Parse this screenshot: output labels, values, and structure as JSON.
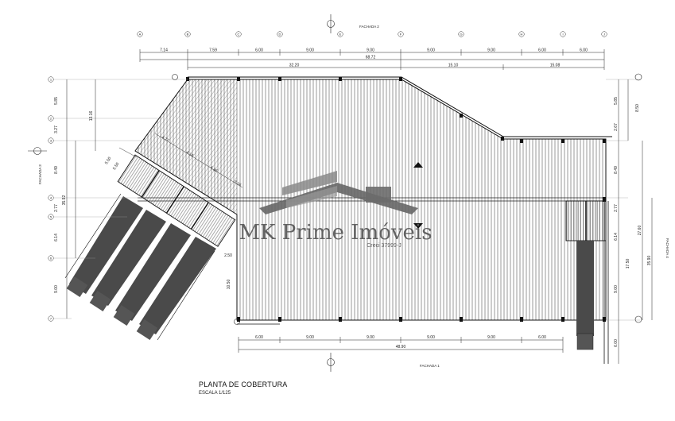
{
  "drawing": {
    "title": "PLANTA DE COBERTURA",
    "scale": "ESCALA 1/125",
    "facade_labels": [
      "FACHADA 1",
      "FACHADA 2",
      "FACHADA 3",
      "FACHADA 4"
    ],
    "grid_columns": [
      "A",
      "B",
      "C",
      "D",
      "E",
      "F",
      "G",
      "H",
      "I",
      "J"
    ],
    "grid_rows": [
      "1",
      "2",
      "3",
      "4",
      "5",
      "6",
      "7"
    ],
    "top_dimensions": [
      "7.14",
      "7.59",
      "6.00",
      "9.00",
      "9.00",
      "9.00",
      "9.00",
      "6.00",
      "6.00"
    ],
    "top_overall": "68.72",
    "top_segments": [
      "32.20",
      "15.10",
      "15.08"
    ],
    "bottom_dimensions": [
      "6.00",
      "9.00",
      "9.00",
      "9.00",
      "9.00",
      "6.00"
    ],
    "bottom_overall": "48.90",
    "left_dimensions": [
      "5.85",
      "3.27",
      "8.49",
      "2.77",
      "6.14",
      "9.00"
    ],
    "left_totals": [
      "13.16",
      "35.92"
    ],
    "right_dimensions": [
      "5.85",
      "2.67",
      "8.49",
      "2.77",
      "6.14",
      "9.00"
    ],
    "right_totals": [
      "8.50",
      "27.60",
      "17.50",
      "35.90",
      "6.00"
    ],
    "diagonal_dimensions": [
      "4.77",
      "4.16",
      "4.16",
      "3.16",
      "5.50",
      "5.50"
    ],
    "misc_dimensions": [
      "2.50",
      "10.50"
    ]
  },
  "watermark": {
    "brand": "MK Prime Imóveis",
    "creci": "Creci 37999-J",
    "colors": {
      "roof": "#777777",
      "text": "#5b5b5b"
    }
  }
}
